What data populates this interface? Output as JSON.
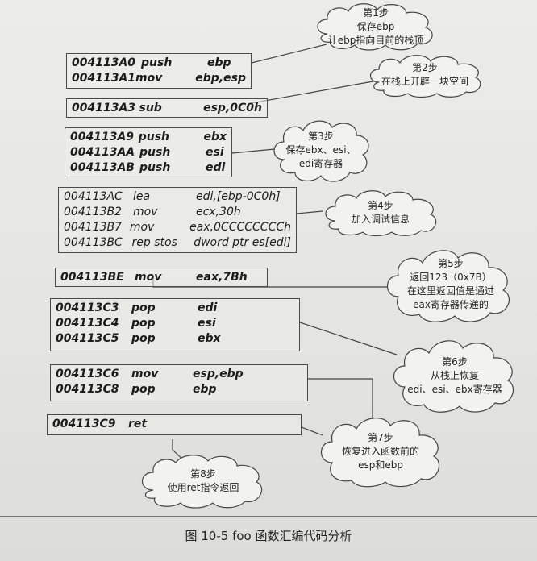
{
  "figure": {
    "caption": "图 10-5   foo 函数汇编代码分析"
  },
  "code_blocks": [
    {
      "lines": [
        {
          "addr": "004113A0",
          "op": "push",
          "arg": "ebp"
        },
        {
          "addr": "004113A1",
          "op": "mov",
          "arg": "ebp,esp"
        }
      ]
    },
    {
      "lines": [
        {
          "addr": "004113A3",
          "op": "sub",
          "arg": "esp,0C0h"
        }
      ]
    },
    {
      "lines": [
        {
          "addr": "004113A9",
          "op": "push",
          "arg": "ebx"
        },
        {
          "addr": "004113AA",
          "op": "push",
          "arg": "esi"
        },
        {
          "addr": "004113AB",
          "op": "push",
          "arg": "edi"
        }
      ]
    },
    {
      "lines": [
        {
          "addr": "004113AC",
          "op": "lea",
          "arg": "edi,[ebp-0C0h]"
        },
        {
          "addr": "004113B2",
          "op": "mov",
          "arg": "ecx,30h"
        },
        {
          "addr": "004113B7",
          "op": "mov",
          "arg": "eax,0CCCCCCCCh"
        },
        {
          "addr": "004113BC",
          "op": "rep stos",
          "arg": "dword ptr es[edi]"
        }
      ]
    },
    {
      "lines": [
        {
          "addr": "004113BE",
          "op": "mov",
          "arg": "eax,7Bh"
        }
      ]
    },
    {
      "lines": [
        {
          "addr": "004113C3",
          "op": "pop",
          "arg": "edi"
        },
        {
          "addr": "004113C4",
          "op": "pop",
          "arg": "esi"
        },
        {
          "addr": "004113C5",
          "op": "pop",
          "arg": "ebx"
        }
      ]
    },
    {
      "lines": [
        {
          "addr": "004113C6",
          "op": "mov",
          "arg": "esp,ebp"
        },
        {
          "addr": "004113C8",
          "op": "pop",
          "arg": "ebp"
        }
      ]
    },
    {
      "lines": [
        {
          "addr": "004113C9",
          "op": "ret",
          "arg": ""
        }
      ]
    }
  ],
  "steps": [
    {
      "title": "第1步",
      "lines": [
        "保存ebp",
        "让ebp指向目前的栈顶"
      ]
    },
    {
      "title": "第2步",
      "lines": [
        "在栈上开辟一块空间"
      ]
    },
    {
      "title": "第3步",
      "lines": [
        "保存ebx、esi、",
        "edi寄存器"
      ]
    },
    {
      "title": "第4步",
      "lines": [
        "加入调试信息"
      ]
    },
    {
      "title": "第5步",
      "lines": [
        "返回123（0x7B）",
        "在这里返回值是通过",
        "eax寄存器传递的"
      ]
    },
    {
      "title": "第6步",
      "lines": [
        "从栈上恢复",
        "edi、esi、ebx寄存器"
      ]
    },
    {
      "title": "第7步",
      "lines": [
        "恢复进入函数前的",
        "esp和ebp"
      ]
    },
    {
      "title": "第8步",
      "lines": [
        "使用ret指令返回"
      ]
    }
  ]
}
